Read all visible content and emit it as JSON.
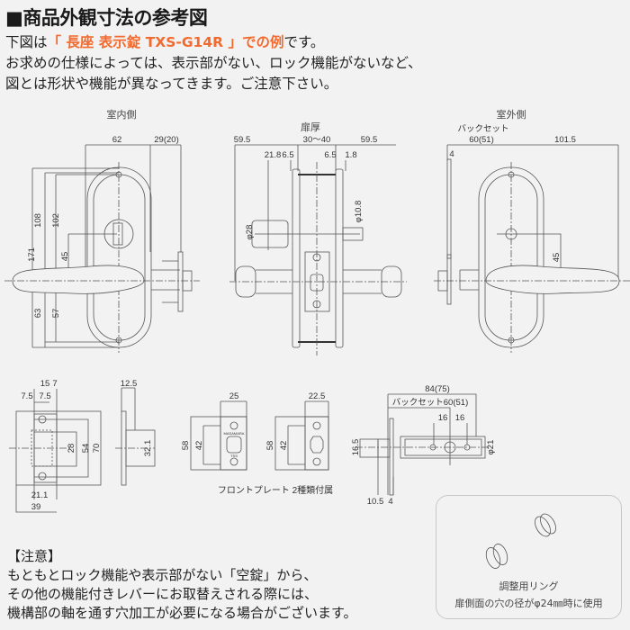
{
  "title": "■商品外観寸法の参考図",
  "intro": {
    "line1_prefix": "下図は",
    "line1_highlight": "「 長座 表示錠 TXS-G14R 」での例",
    "line1_suffix": "です。",
    "line2": "お求めの仕様によっては、表示部がない、ロック機能がないなど、",
    "line3": "図とは形状や機能が異なってきます。ご注意下さい。"
  },
  "colors": {
    "highlight": "#f26a2e",
    "background": "#f2f2f2",
    "line": "#555555"
  },
  "drawings": {
    "interior": {
      "label": "室内側",
      "dims": [
        "62",
        "29(20)",
        "171",
        "108",
        "102",
        "45",
        "63",
        "57"
      ]
    },
    "side": {
      "label": "扉厚",
      "dims": [
        "59.5",
        "30〜40",
        "59.5",
        "21.8",
        "6.5",
        "6.5",
        "1.8",
        "φ28",
        "φ10.8"
      ]
    },
    "exterior": {
      "label": "室外側",
      "backset_label": "バックセット",
      "dims": [
        "60(51)",
        "101.5",
        "4",
        "45"
      ]
    },
    "strike": {
      "dims": [
        "15",
        "7",
        "7.5",
        "7.5",
        "28",
        "54",
        "70",
        "21.1",
        "39"
      ]
    },
    "strike_side": {
      "dims": [
        "12.5",
        "32.1"
      ]
    },
    "front_plates": {
      "dims": [
        "25",
        "58",
        "42",
        "22.5",
        "58",
        "42"
      ],
      "caption": "フロントプレート 2種類付属",
      "stamp": "MASAMARA",
      "mark": "TSS"
    },
    "latch": {
      "dims": [
        "84(75)",
        "バックセット60(51)",
        "16",
        "16",
        "16.5",
        "φ21",
        "10.5",
        "4"
      ]
    }
  },
  "note": {
    "heading": "【注意】",
    "lines": [
      "もともとロック機能や表示部がない「空錠」から、",
      "その他の機能付きレバーにお取替えされる際には、",
      "機構部の軸を通す穴加工が必要になる場合がございます。"
    ]
  },
  "ring": {
    "caption1": "調整用リング",
    "caption2": "扉側面の穴の径がφ24㎜時に使用"
  }
}
